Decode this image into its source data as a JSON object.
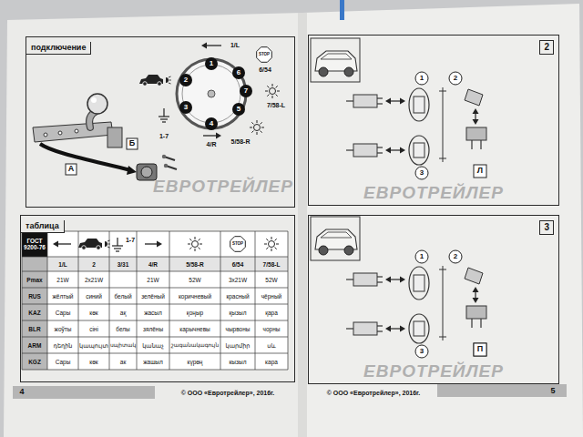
{
  "diagram": {
    "nodes": [
      {
        "text": [
          "подключение"
        ]
      },
      {
        "text": [
          "таблица"
        ]
      },
      {
        "text": [
          "2"
        ]
      },
      {
        "text": [
          "3"
        ]
      }
    ],
    "labels": [
      "1",
      "2",
      "3",
      "4",
      "5",
      "6",
      "7",
      "1/L",
      "STOP",
      "6/54",
      "7/58-L",
      "5/58-R",
      "4/R",
      "1-7",
      "Б",
      "А",
      "ЕВРОТРЕЙЛЕР",
      "ГОСТ 9200-76",
      "1-7",
      "STOP",
      "1/L",
      "2",
      "3/31",
      "4/R",
      "5/58-R",
      "6/54",
      "7/58-L",
      "Pmax",
      "21W",
      "2x21W",
      "21W",
      "52W",
      "3x21W",
      "52W",
      "RUS",
      "жёлтый",
      "синий",
      "белый",
      "зелёный",
      "коричневый",
      "красный",
      "чёрный",
      "KAZ",
      "Сары",
      "көк",
      "ақ",
      "жасыл",
      "қоңыр",
      "қызыл",
      "қара",
      "BLR",
      "жоўты",
      "сіні",
      "белы",
      "зялёны",
      "карычневы",
      "чырвоны",
      "чорны",
      "ARM",
      "դեղին",
      "կապույտ",
      "սպիտակ",
      "կանաչ",
      "շագանակագույն",
      "կարմիր",
      "սև",
      "KGZ",
      "Сары",
      "көк",
      "ак",
      "жашыл",
      "күрөң",
      "кызыл",
      "кара",
      "4",
      "© ООО «Евротрейлер», 2016г.",
      "1",
      "2",
      "3",
      "Л",
      "ЕВРОТРЕЙЛЕР",
      "1",
      "2",
      "3",
      "П",
      "ЕВРОТРЕЙЛЕР",
      "© ООО «Евротрейлер», 2016г.",
      "5"
    ]
  }
}
